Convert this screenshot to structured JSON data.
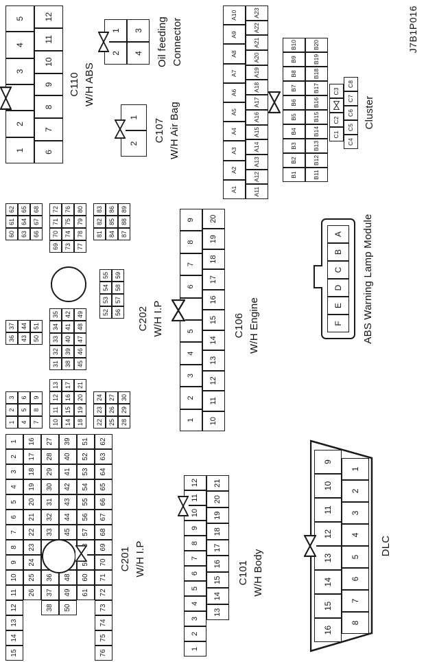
{
  "figure_id": "J7B1P016",
  "connectors": {
    "c201": {
      "name": "C201",
      "harness": "W/H I.P",
      "rows": [
        [
          "15",
          "14",
          "13",
          "12",
          "11",
          "10",
          "9",
          "8",
          "7",
          "6",
          "5",
          "4",
          "3",
          "2",
          "1"
        ],
        [
          "26",
          "25",
          "24",
          "23",
          "22",
          "21",
          "20",
          "19",
          "18",
          "17",
          "16"
        ],
        [
          "38",
          "37",
          "36",
          "35",
          "34",
          "33",
          "32",
          "31",
          "30",
          "29",
          "28",
          "27"
        ],
        [
          "50",
          "49",
          "48",
          "47",
          "46",
          "45",
          "44",
          "43",
          "42",
          "41",
          "40",
          "39"
        ],
        [
          "61",
          "60",
          "59",
          "58",
          "57",
          "56",
          "55",
          "54",
          "53",
          "52",
          "51"
        ],
        [
          "76",
          "75",
          "74",
          "73",
          "72",
          "71",
          "70",
          "69",
          "68",
          "67",
          "66",
          "65",
          "64",
          "63",
          "62"
        ]
      ]
    },
    "c202": {
      "name": "C202",
      "harness": "W/H I.P",
      "blocks": {
        "b1": [
          [
            "1",
            "2",
            "3"
          ],
          [
            "4",
            "5",
            "6"
          ],
          [
            "7",
            "8",
            "9"
          ]
        ],
        "b2": [
          [
            "36",
            "37"
          ],
          [
            "43",
            "44"
          ],
          [
            "50",
            "51"
          ]
        ],
        "b3": [
          [
            "60",
            "61",
            "62"
          ],
          [
            "63",
            "64",
            "65"
          ],
          [
            "66",
            "67",
            "68"
          ]
        ],
        "b4": [
          [
            "10",
            "11",
            "12",
            "13"
          ],
          [
            "14",
            "15",
            "16",
            "17"
          ],
          [
            "18",
            "19",
            "20",
            "21"
          ]
        ],
        "b5": [
          [
            "31",
            "32",
            "33",
            "34",
            "35"
          ],
          [
            "38",
            "39",
            "40",
            "41",
            "42"
          ],
          [
            "45",
            "46",
            "47",
            "48",
            "49"
          ]
        ],
        "b6": [
          [
            "69",
            "70",
            "71",
            "72"
          ],
          [
            "73",
            "74",
            "75",
            "76"
          ],
          [
            "77",
            "78",
            "79",
            "80"
          ]
        ],
        "b7": [
          [
            "22",
            "23",
            "24"
          ],
          [
            "25",
            "26",
            "27"
          ],
          [
            "28",
            "29",
            "30"
          ]
        ],
        "b8": [
          [
            "52",
            "53",
            "54",
            "55"
          ],
          [
            "56",
            "57",
            "58",
            "59"
          ]
        ],
        "b9": [
          [
            "81",
            "82",
            "83"
          ],
          [
            "84",
            "85",
            "86"
          ],
          [
            "87",
            "88",
            "89"
          ]
        ]
      }
    },
    "c101": {
      "name": "C101",
      "harness": "W/H Body",
      "rows": [
        [
          "1",
          "2",
          "3",
          "4",
          "5",
          "6",
          "7",
          "8",
          "9",
          "10",
          "11",
          "12"
        ],
        [
          "13",
          "14",
          "15",
          "16",
          "17",
          "18",
          "19",
          "20",
          "21"
        ]
      ]
    },
    "c106": {
      "name": "C106",
      "harness": "W/H Engine",
      "rows": [
        [
          "1",
          "2",
          "3",
          "4",
          "5",
          "",
          "6",
          "7",
          "8",
          "9"
        ],
        [
          "10",
          "11",
          "12",
          "13",
          "14",
          "15",
          "16",
          "17",
          "18",
          "19",
          "20"
        ]
      ]
    },
    "c110": {
      "name": "C110",
      "harness": "W/H ABS",
      "rows": [
        [
          "1",
          "2",
          "",
          "3",
          "4",
          "5"
        ],
        [
          "6",
          "7",
          "8",
          "9",
          "10",
          "11",
          "12"
        ]
      ]
    },
    "c107": {
      "name": "C107",
      "harness": "W/H Air Bag",
      "rows": [
        [
          "2",
          "1"
        ]
      ]
    },
    "oil_feeding": {
      "name_line1": "Oil feeding",
      "name_line2": "Connector",
      "rows": [
        [
          "2",
          "1"
        ],
        [
          "4",
          "3"
        ]
      ]
    },
    "cluster": {
      "label": "Cluster",
      "grid_a": [
        [
          "A1",
          "A2",
          "A3",
          "A4",
          "A5",
          "A6",
          "A7",
          "A8",
          "A9",
          "A10"
        ],
        [
          "A11",
          "A12",
          "A13",
          "A14",
          "A15",
          "A16",
          "A17",
          "A18",
          "A19",
          "A20",
          "A21",
          "A22",
          "A23"
        ]
      ],
      "grid_b": [
        [
          "B1",
          "B2",
          "B3",
          "B4",
          "B5",
          "B6",
          "B7",
          "B8",
          "B9",
          "B10"
        ],
        [
          "B11",
          "B12",
          "B13",
          "B14",
          "B15",
          "B16",
          "B17",
          "B18",
          "B19",
          "B20"
        ]
      ],
      "grid_c": [
        [
          "C1",
          "C2",
          "@",
          "C3"
        ],
        [
          "C4",
          "C5",
          "C6",
          "C7",
          "C8"
        ]
      ]
    },
    "dlc": {
      "label": "DLC",
      "rows": [
        [
          "16",
          "15",
          "14",
          "13",
          "12",
          "11",
          "10",
          "9"
        ],
        [
          "8",
          "7",
          "6",
          "5",
          "4",
          "3",
          "2",
          "1"
        ]
      ]
    },
    "abs_module": {
      "label": "ABS Warning Lamp Module",
      "rows": [
        [
          "F",
          "E",
          "D",
          "C",
          "B",
          "A"
        ]
      ]
    }
  }
}
